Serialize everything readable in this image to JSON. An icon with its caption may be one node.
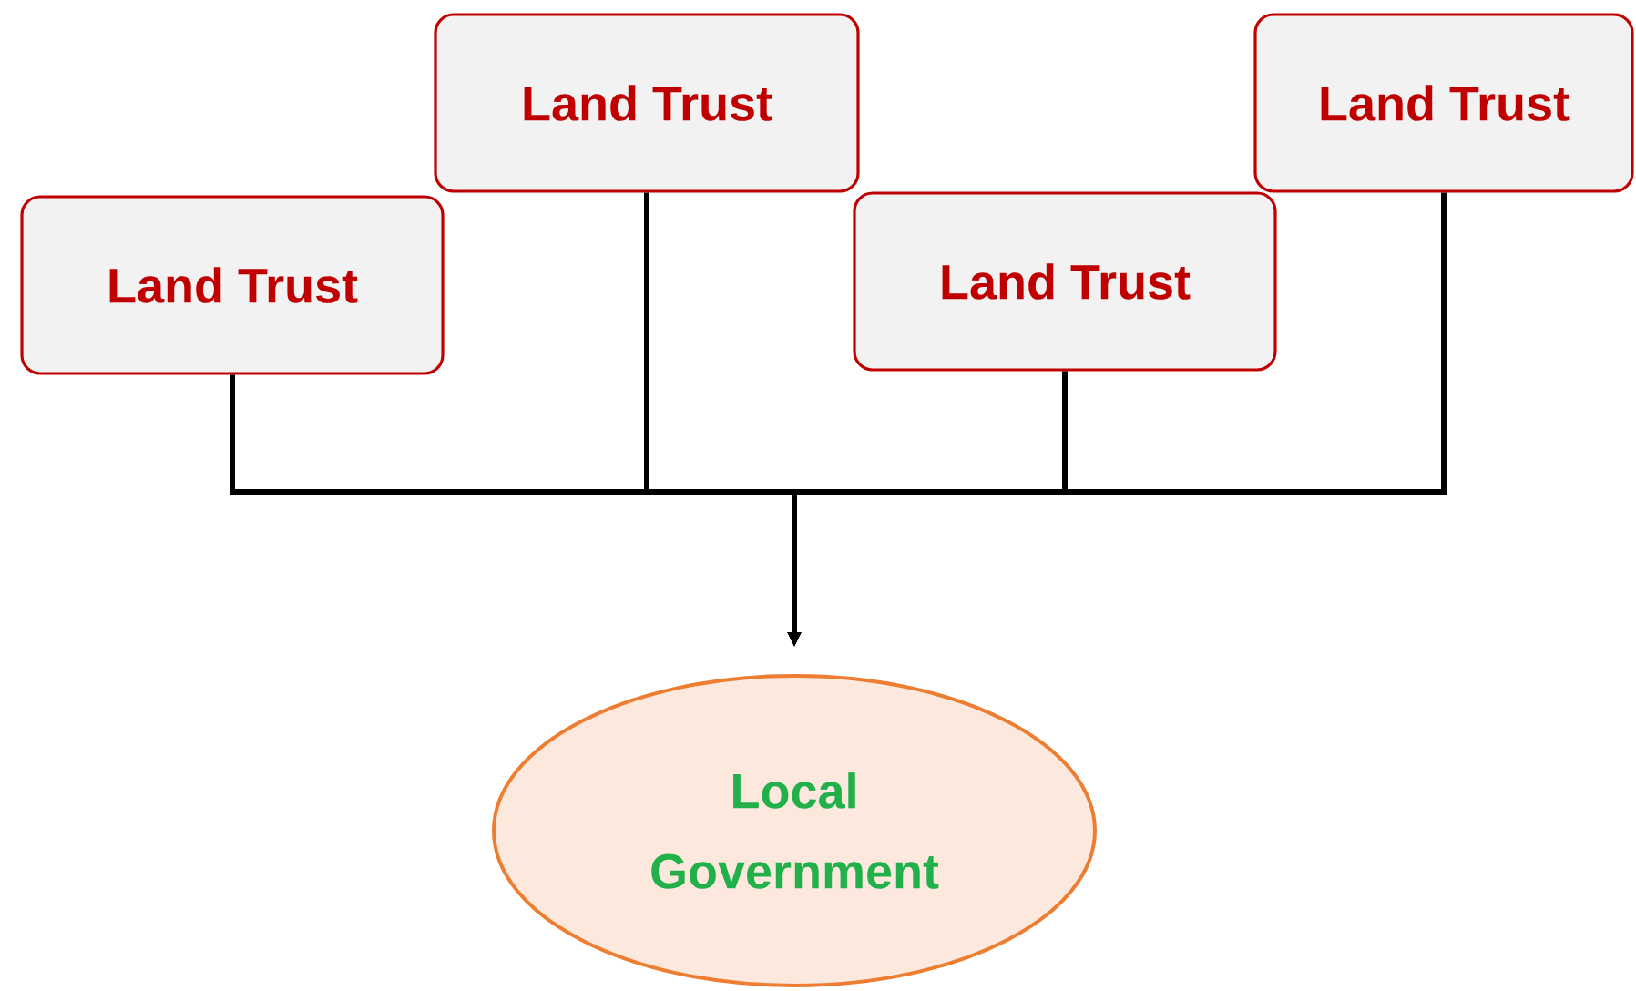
{
  "diagram": {
    "nodes": [
      {
        "text": [
          "Land Trust"
        ]
      },
      {
        "text": [
          "Land Trust"
        ]
      },
      {
        "text": [
          "Land Trust"
        ]
      },
      {
        "text": [
          "Land Trust"
        ]
      },
      {
        "text": [
          "Local Government"
        ]
      }
    ],
    "edges": [
      {
        "from": 0,
        "to": 4,
        "arrow": "to"
      },
      {
        "from": 1,
        "to": 4,
        "arrow": "to"
      },
      {
        "from": 2,
        "to": 4,
        "arrow": "to"
      },
      {
        "from": 3,
        "to": 4,
        "arrow": "to"
      }
    ]
  }
}
